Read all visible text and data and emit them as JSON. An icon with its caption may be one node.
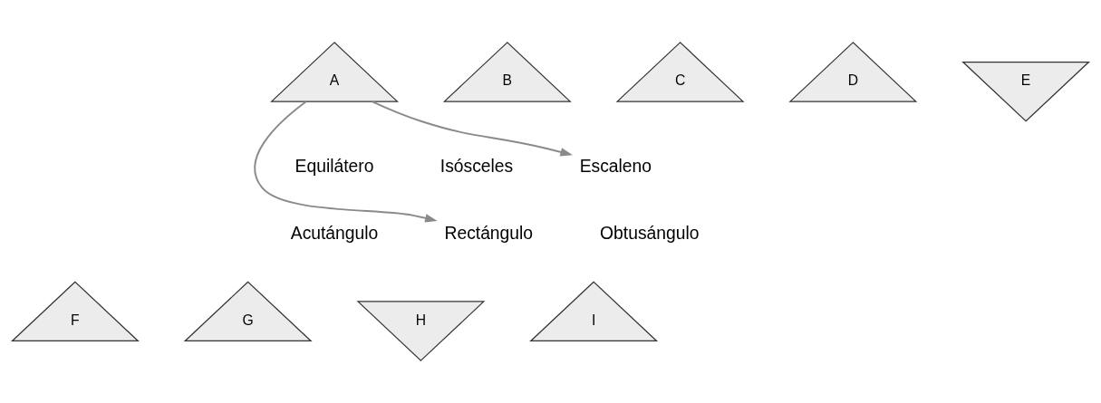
{
  "diagram": {
    "nodes": [
      {
        "text": [
          "A"
        ]
      },
      {
        "text": [
          "B"
        ]
      },
      {
        "text": [
          "C"
        ]
      },
      {
        "text": [
          "D"
        ]
      },
      {
        "text": [
          "E"
        ]
      },
      {
        "text": [
          "F"
        ]
      },
      {
        "text": [
          "G"
        ]
      },
      {
        "text": [
          "H"
        ]
      },
      {
        "text": [
          "I"
        ]
      },
      {
        "text": [
          "Escaleno"
        ]
      },
      {
        "text": [
          "Rectángulo"
        ]
      }
    ],
    "edges": [
      {
        "from": 0,
        "to": 9,
        "arrow": "to"
      },
      {
        "from": 0,
        "to": 10,
        "arrow": "to"
      }
    ],
    "labels": [
      "Equilátero",
      "Isósceles",
      "Acutángulo",
      "Obtusángulo"
    ]
  }
}
